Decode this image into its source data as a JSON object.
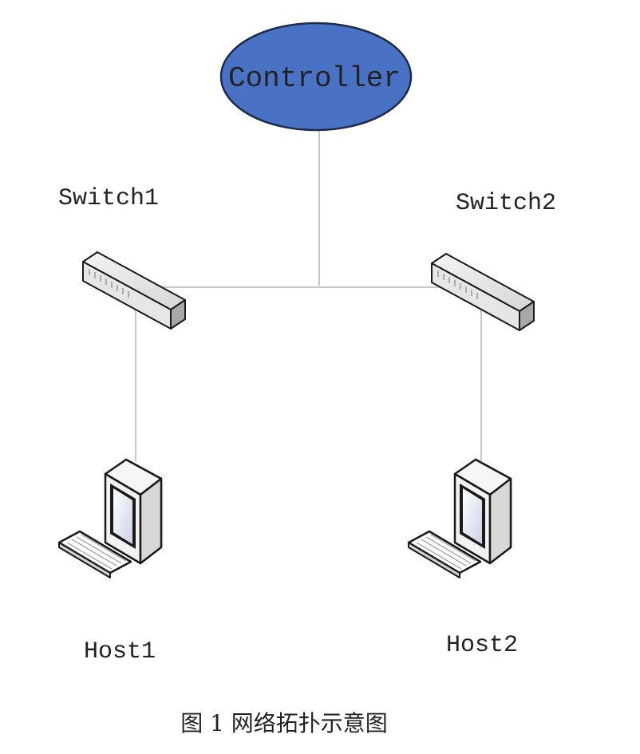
{
  "controller": {
    "label": "Controller",
    "fill_color": "#4a72c4",
    "stroke_color": "#1e2a4a"
  },
  "switch1": {
    "label": "Switch1",
    "icon": "network-switch-icon"
  },
  "switch2": {
    "label": "Switch2",
    "icon": "network-switch-icon"
  },
  "host1": {
    "label": "Host1",
    "icon": "desktop-computer-icon"
  },
  "host2": {
    "label": "Host2",
    "icon": "desktop-computer-icon"
  },
  "caption": "图 1  网络拓扑示意图",
  "colors": {
    "link": "#c8c8c8",
    "device_outline": "#1a1a1a",
    "screen": "#dde3ef"
  }
}
